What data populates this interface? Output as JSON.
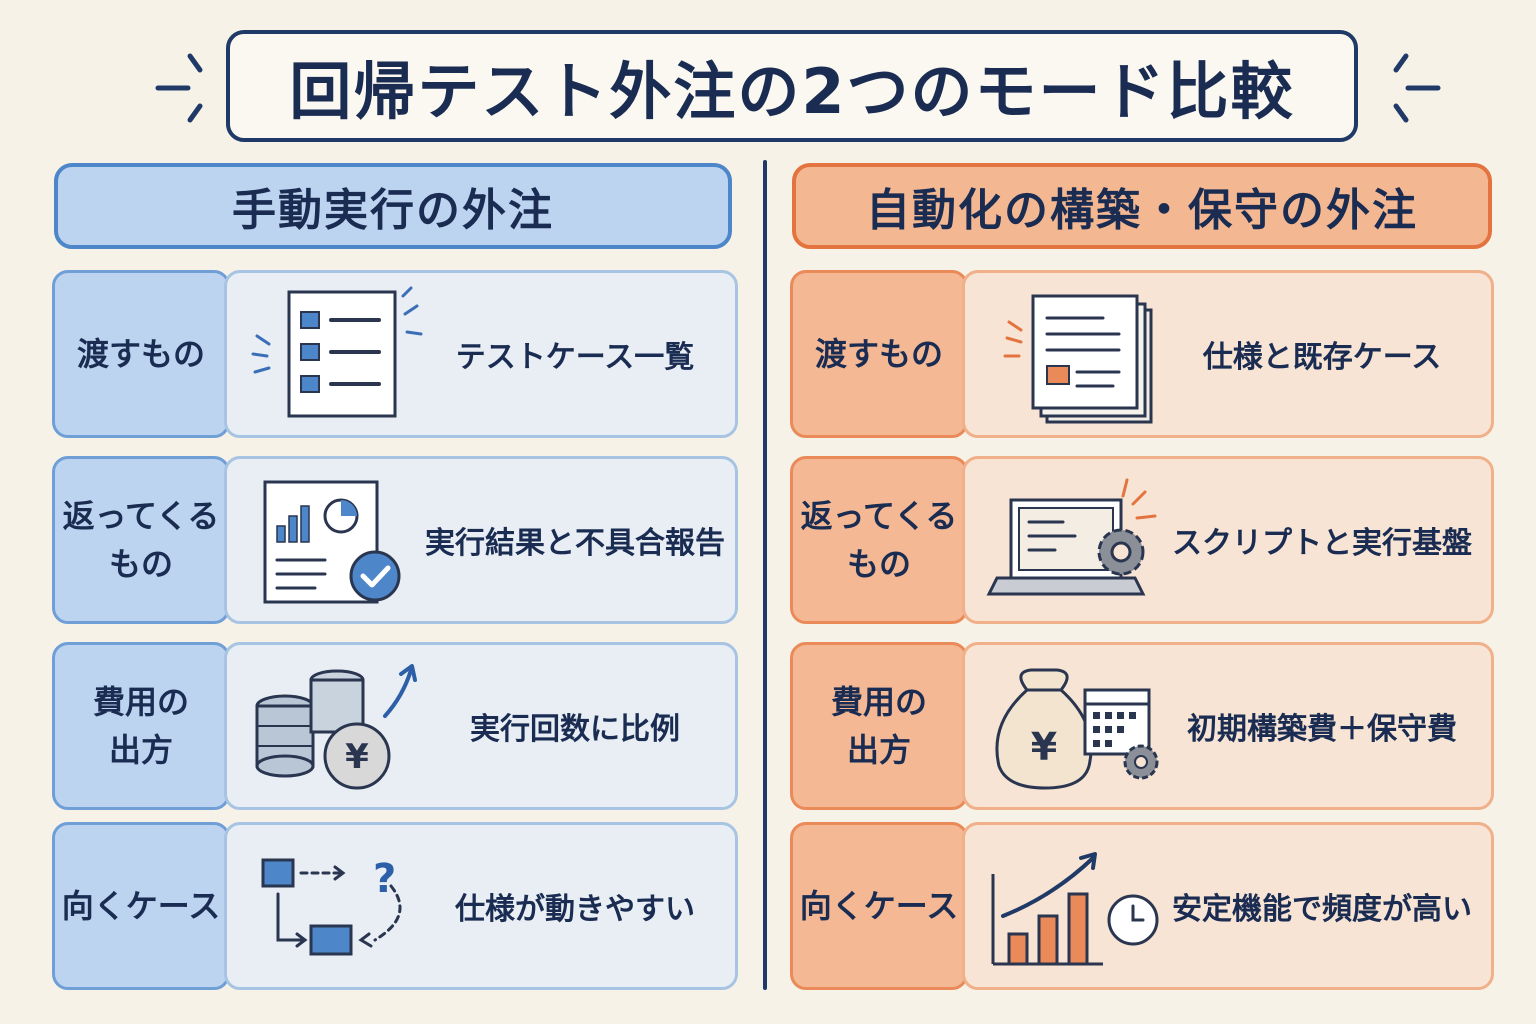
{
  "title": "回帰テスト外注の2つのモード比較",
  "left": {
    "header": "手動実行の外注",
    "rows": [
      {
        "label": "渡すもの",
        "text": "テストケース一覧",
        "icon": "checklist-icon"
      },
      {
        "label": "返ってくる\nもの",
        "text": "実行結果と不具合報告",
        "icon": "report-icon"
      },
      {
        "label": "費用の\n出方",
        "text": "実行回数に比例",
        "icon": "coins-icon"
      },
      {
        "label": "向くケース",
        "text": "仕様が動きやすい",
        "icon": "flow-icon"
      }
    ]
  },
  "right": {
    "header": "自動化の構築・保守の外注",
    "rows": [
      {
        "label": "渡すもの",
        "text": "仕様と既存ケース",
        "icon": "documents-icon"
      },
      {
        "label": "返ってくる\nもの",
        "text": "スクリプトと実行基盤",
        "icon": "laptop-gear-icon"
      },
      {
        "label": "費用の\n出方",
        "text": "初期構築費＋保守費",
        "icon": "moneybag-calendar-icon"
      },
      {
        "label": "向くケース",
        "text": "安定機能で頻度が高い",
        "icon": "growth-clock-icon"
      }
    ]
  },
  "colors": {
    "left_accent": "#4d86c9",
    "right_accent": "#e4743f",
    "ink": "#1a2c52"
  }
}
